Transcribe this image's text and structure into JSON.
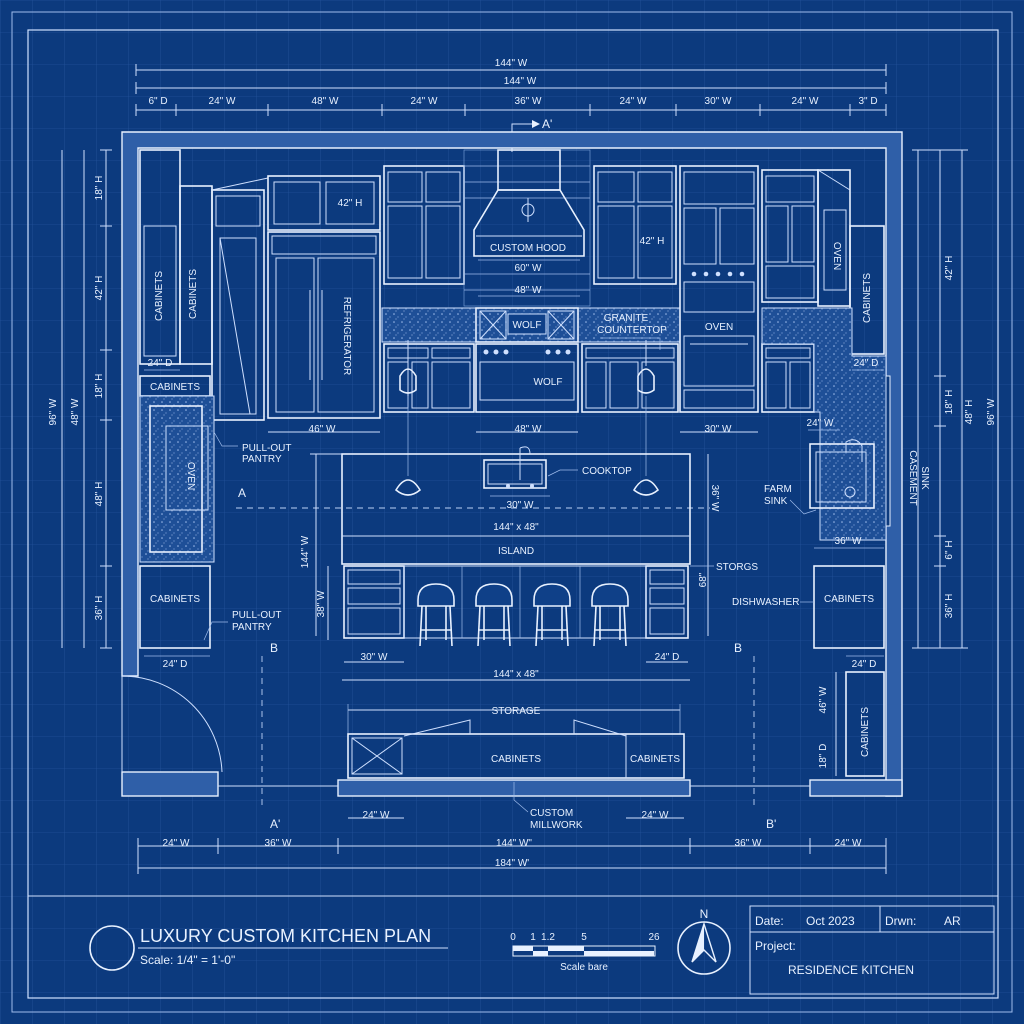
{
  "top_dims": {
    "overall_1": "144\" W",
    "overall_2": "144\" W",
    "segments": [
      "6\" D",
      "24\" W",
      "48\" W",
      "24\" W",
      "36\" W",
      "24\" W",
      "30\" W",
      "24\" W",
      "3\" D"
    ]
  },
  "section_marks": {
    "a_prime_top": "A'",
    "a_left": "A",
    "b_left": "B",
    "b_right": "B",
    "a_prime_bottom": "A'",
    "b_prime_bottom": "B'"
  },
  "left_dims": {
    "d1": "18\" H",
    "d2": "42\" H",
    "d3": "18\" H",
    "d4": "48\" H",
    "d5": "36\" H",
    "outer_1": "96\" W",
    "outer_2": "48\" W"
  },
  "right_dims": {
    "d1": "42\" H",
    "d2": "18\" H",
    "d3": "48\" H",
    "d4": "6\" H",
    "d5": "36\" H",
    "outer_1": "96\" W"
  },
  "labels": {
    "cabinets_l1": "CABINETS",
    "cabinets_l2": "CABINETS",
    "cabinets_l3": "CABINETS",
    "cabinets_l4": "CABINETS",
    "refrigerator": "REFRIGERATOR",
    "uppers_42h_left": "42\" H",
    "uppers_42h_right": "42\" H",
    "custom_hood": "CUSTOM HOOD",
    "hood_width": "60\" W",
    "range_width": "48\" W",
    "wolf_top": "WOLF",
    "wolf_oven": "WOLF",
    "granite_1": "GRANITE",
    "granite_2": "COUNTERTOP",
    "oven": "OVEN",
    "cabinets_r1": "CABINETS",
    "depth_24_l": "24\" D",
    "depth_24_r": "24\" D",
    "pullout_pantry_top_1": "PULL-OUT",
    "pullout_pantry_top_2": "PANTRY",
    "below_46": "46\" W",
    "below_48": "48\" W",
    "below_30": "30\" W",
    "depth_24_w_r": "24\" W",
    "cooktop": "COOKTOP",
    "island_sink_w": "30\" W",
    "island_size_top": "144\" x 48\"",
    "island": "ISLAND",
    "island_height": "144\" W",
    "island_36": "36\" W",
    "island_68": "68\"",
    "storage_right": "STORGS",
    "farm_1": "FARM",
    "farm_2": "SINK",
    "casement_1": "CASEMENT",
    "casement_2": "SINK",
    "dishwasher": "DISHWASHER",
    "cabinets_r2": "CABINETS",
    "cabinets_r3": "CABINETS",
    "pullout_pantry_2_1": "PULL-OUT",
    "pullout_pantry_2_2": "PANTRY",
    "depth_24_bl": "24\" D",
    "depth_24_br": "24\" D",
    "island_30w": "30\" W",
    "island_24d": "24\" D",
    "island_size_bottom": "144\" x 48\"",
    "seat_38": "38\" W",
    "right_46w": "46\" W",
    "right_18d": "18\" D",
    "storage": "STORAGE",
    "cabinets_b1": "CABINETS",
    "cabinets_b2": "CABINETS",
    "custom_1": "CUSTOM",
    "custom_2": "MILLWORK",
    "bottom_24_l": "24\" W",
    "bottom_24_r": "24\" W"
  },
  "bottom_dims": {
    "d1": "24\" W",
    "d2": "36\" W",
    "d3": "144\" W\"",
    "d4": "36\" W",
    "d5": "24\" W",
    "overall": "184\" W'"
  },
  "title_block": {
    "title": "LUXURY CUSTOM KITCHEN PLAN",
    "scale": "Scale: 1/4\" = 1'-0\"",
    "scale_bar_ticks": [
      "0",
      "1",
      "1.2",
      "5",
      "26"
    ],
    "scale_bar_label": "Scale bare",
    "north": "N",
    "date_label": "Date:",
    "date_value": "Oct 2023",
    "drawn_label": "Drwn:",
    "drawn_value": "AR",
    "project_label": "Project:",
    "project_value": "RESIDENCE KITCHEN"
  },
  "colors": {
    "background": "#0c3a7e",
    "line": "#e8f1ff"
  }
}
